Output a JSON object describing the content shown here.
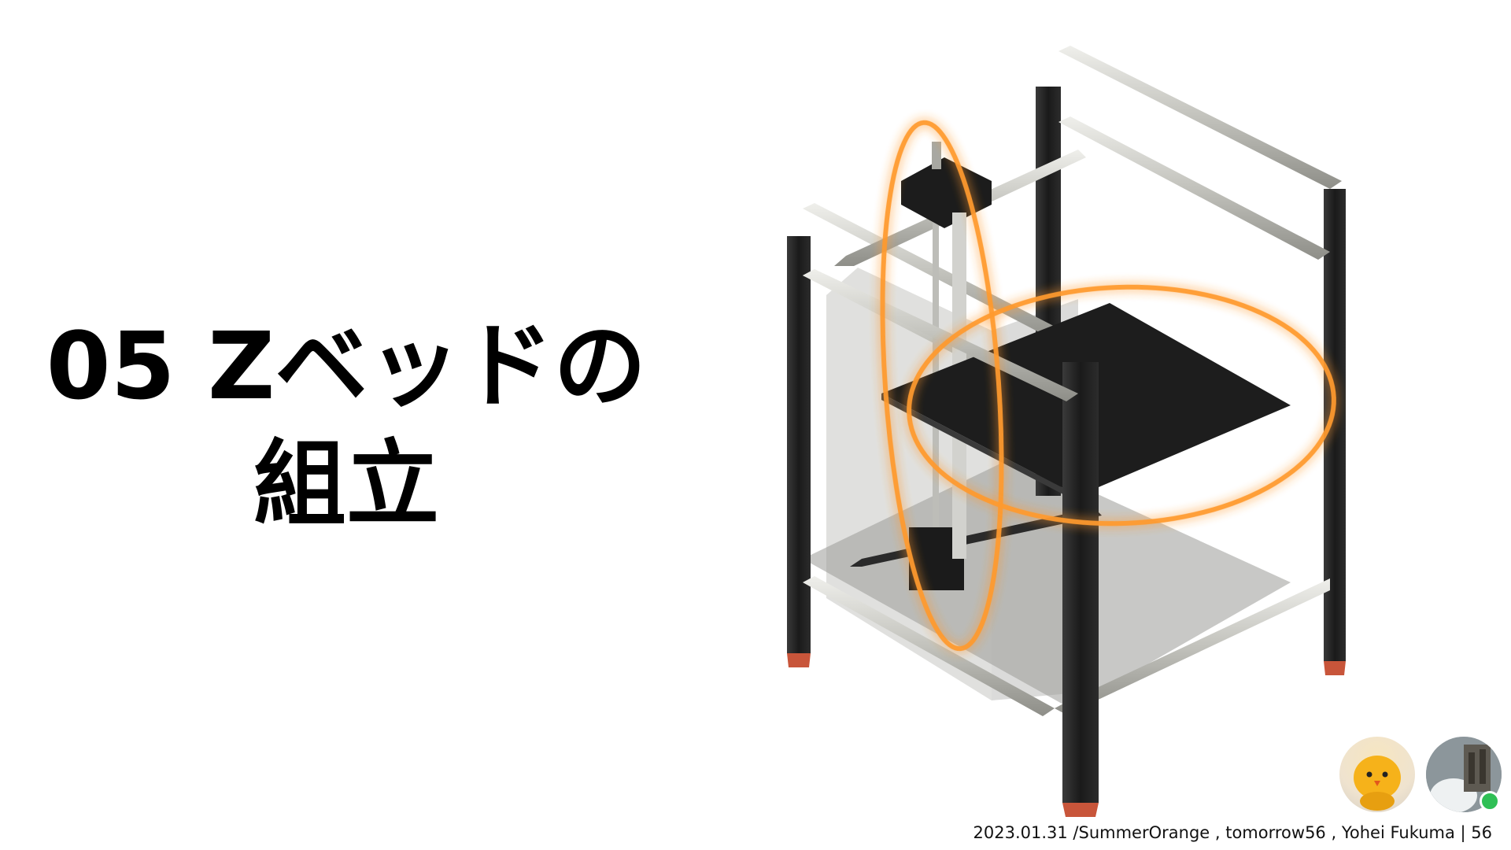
{
  "slide": {
    "title_line1": "05 Zベッドの",
    "title_line2": "組立",
    "footer": "2023.01.31 /SummerOrange , tomorrow56 , Yohei Fukuma | 56"
  },
  "colors": {
    "background": "#ffffff",
    "title_text": "#000000",
    "highlight_orange": "#ff9a2e",
    "frame_dark": "#1e1e1e",
    "extrusion_silver": "#c9c9c4",
    "foot_copper": "#c8553a",
    "online_green": "#2fbf55"
  },
  "icons": {
    "avatar_1": "yellow-chick-avatar-icon",
    "avatar_2": "cat-photo-avatar-icon",
    "status": "online-status-icon"
  }
}
